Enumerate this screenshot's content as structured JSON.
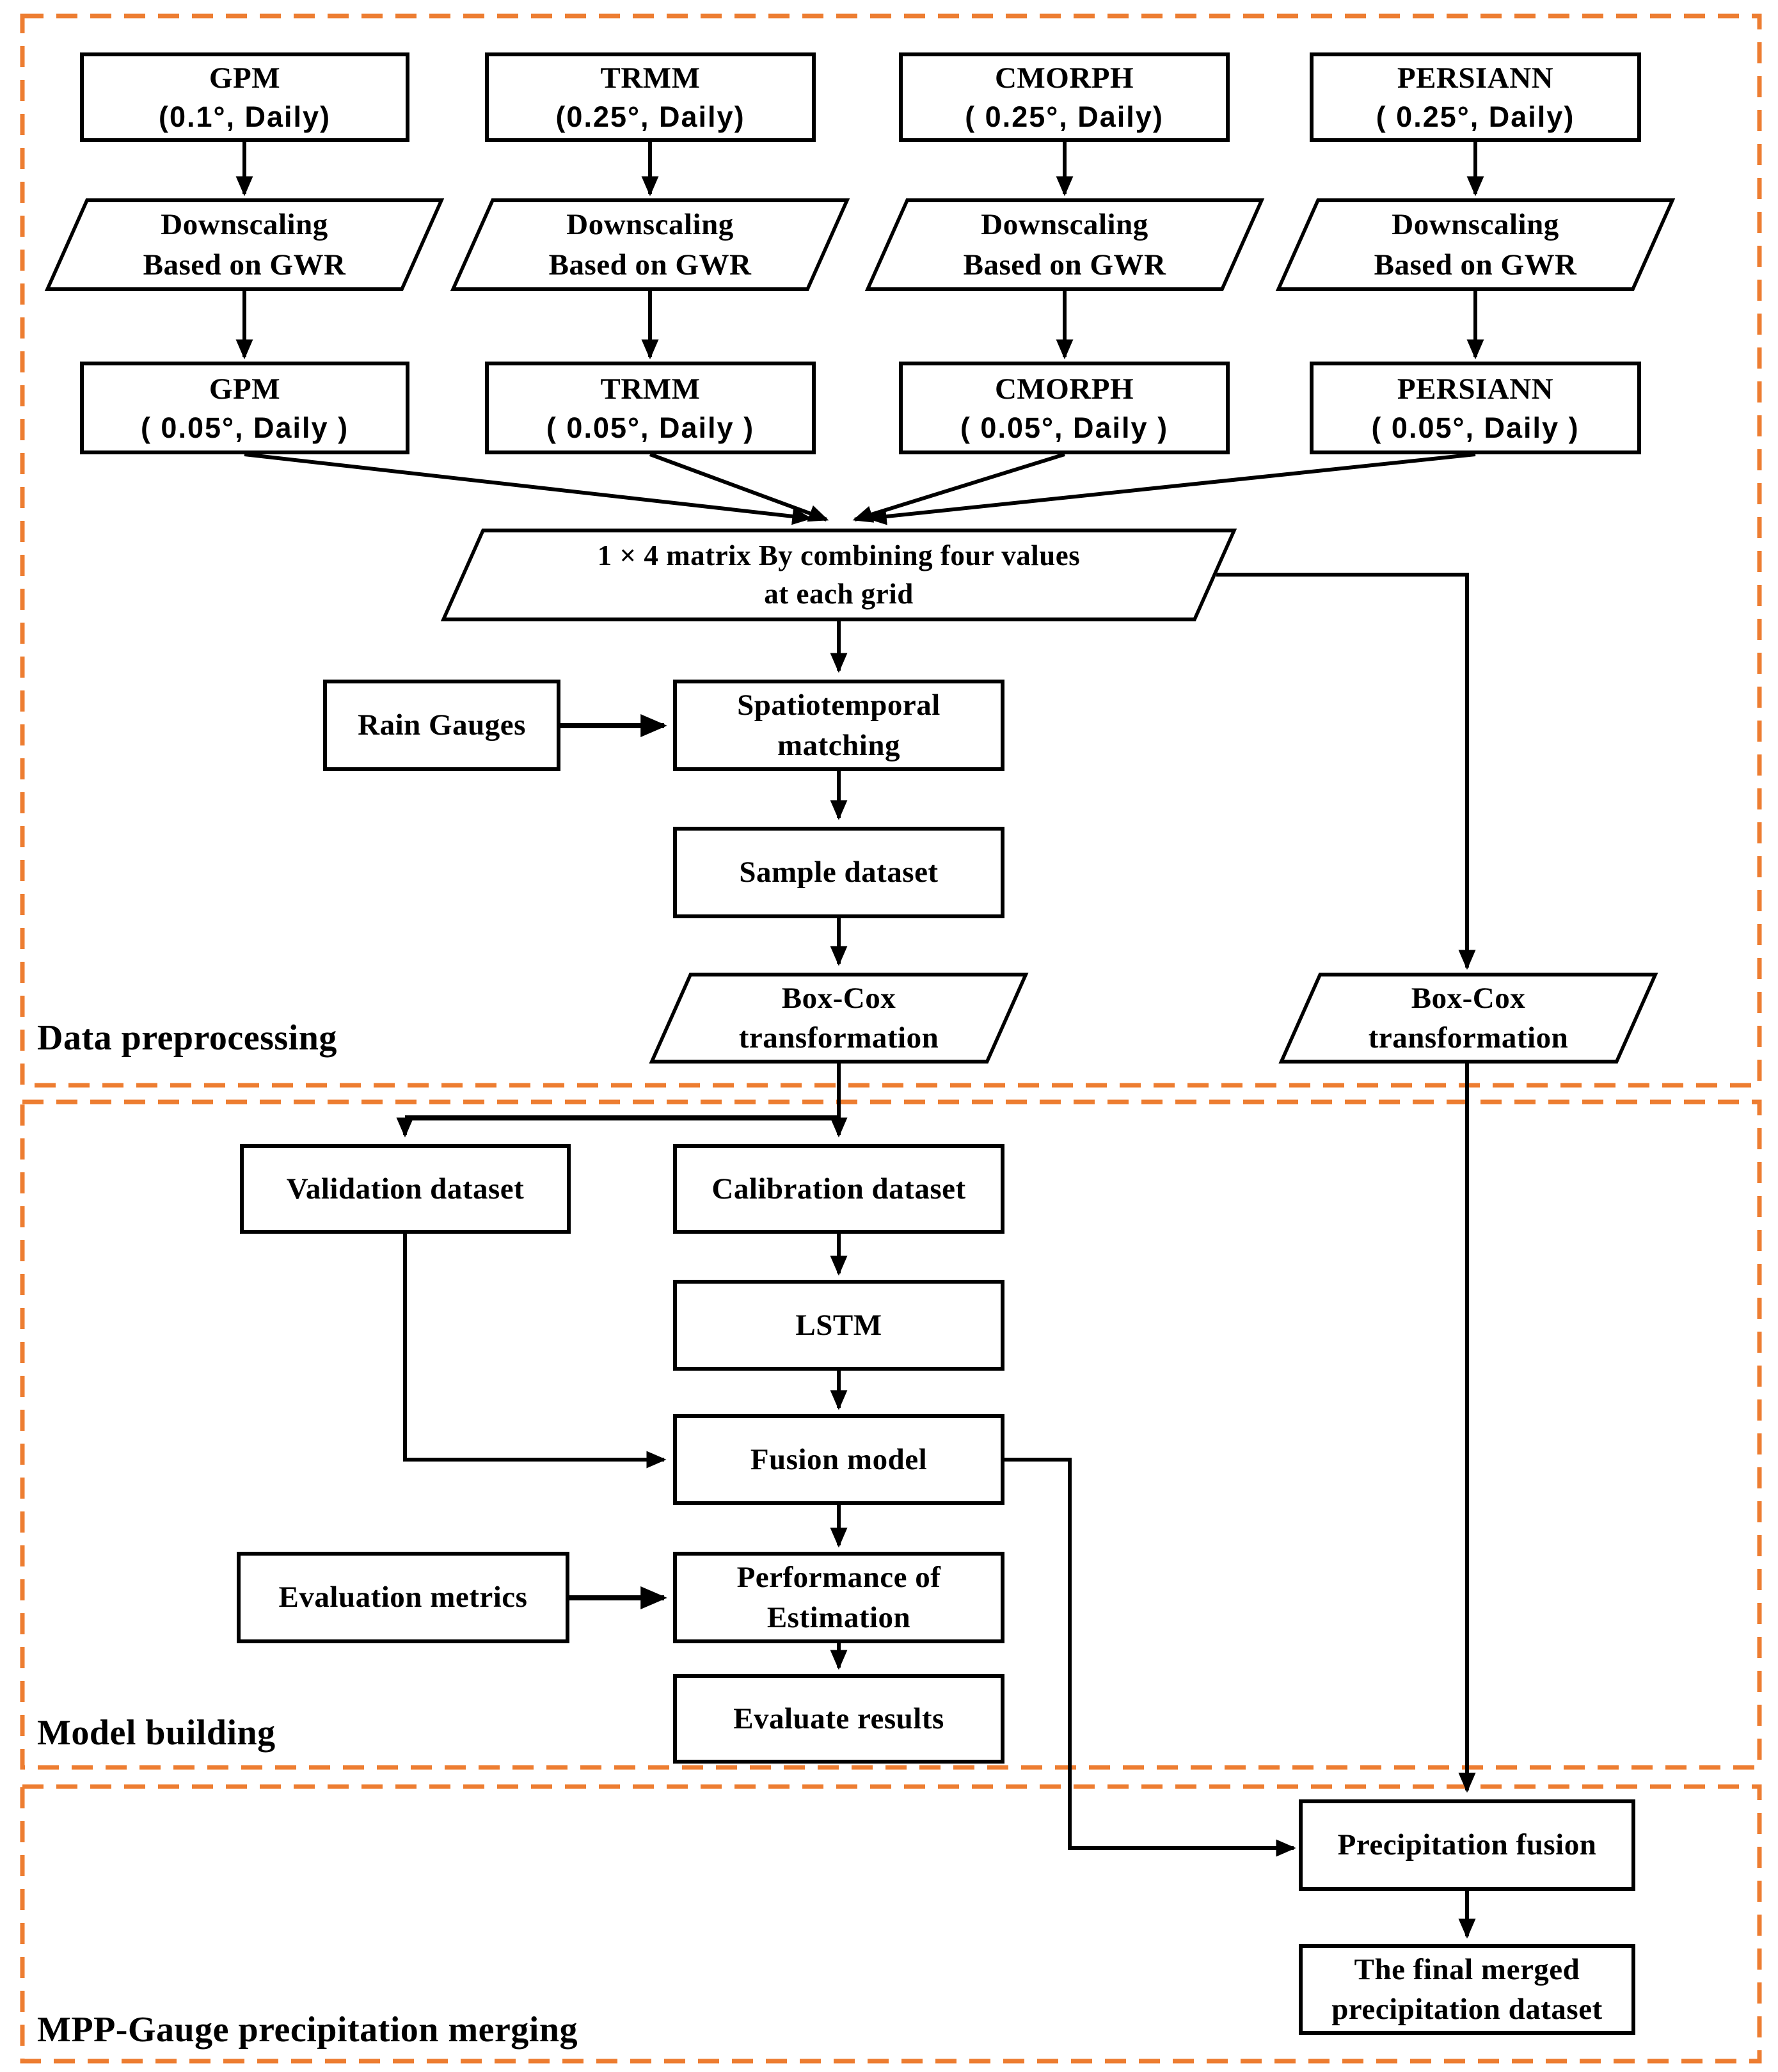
{
  "colors": {
    "accent_dash": "#ED7D31",
    "line": "#000000",
    "background": "#FFFFFF"
  },
  "sections": [
    {
      "label": "Data preprocessing"
    },
    {
      "label": "Model building"
    },
    {
      "label": "MPP-Gauge precipitation merging"
    }
  ],
  "nodes": {
    "gpm_raw": {
      "shape": "rect",
      "line1": "GPM",
      "line2": "(0.1°, Daily)"
    },
    "trmm_raw": {
      "shape": "rect",
      "line1": "TRMM",
      "line2": "(0.25°, Daily)"
    },
    "cmorph_raw": {
      "shape": "rect",
      "line1": "CMORPH",
      "line2": "( 0.25°, Daily)"
    },
    "persiann_raw": {
      "shape": "rect",
      "line1": "PERSIANN",
      "line2": "( 0.25°, Daily)"
    },
    "ds_gpm": {
      "shape": "parallelogram",
      "line1": "Downscaling",
      "line2": "Based on GWR"
    },
    "ds_trmm": {
      "shape": "parallelogram",
      "line1": "Downscaling",
      "line2": "Based on GWR"
    },
    "ds_cmorph": {
      "shape": "parallelogram",
      "line1": "Downscaling",
      "line2": "Based on GWR"
    },
    "ds_persiann": {
      "shape": "parallelogram",
      "line1": "Downscaling",
      "line2": "Based on GWR"
    },
    "gpm_ds": {
      "shape": "rect",
      "line1": "GPM",
      "line2": "( 0.05°, Daily )"
    },
    "trmm_ds": {
      "shape": "rect",
      "line1": "TRMM",
      "line2": "( 0.05°, Daily )"
    },
    "cmorph_ds": {
      "shape": "rect",
      "line1": "CMORPH",
      "line2": "( 0.05°, Daily )"
    },
    "persiann_ds": {
      "shape": "rect",
      "line1": "PERSIANN",
      "line2": "( 0.05°, Daily )"
    },
    "matrix": {
      "shape": "parallelogram",
      "line1": "1 × 4 matrix By combining four values",
      "line2": "at each grid"
    },
    "rain_gauges": {
      "shape": "rect",
      "line1": "Rain Gauges"
    },
    "spatiotemporal": {
      "shape": "rect",
      "line1": "Spatiotemporal",
      "line2": "matching"
    },
    "sample": {
      "shape": "rect",
      "line1": "Sample dataset"
    },
    "boxcox_left": {
      "shape": "parallelogram",
      "line1": "Box-Cox",
      "line2": "transformation"
    },
    "boxcox_right": {
      "shape": "parallelogram",
      "line1": "Box-Cox",
      "line2": "transformation"
    },
    "validation": {
      "shape": "rect",
      "line1": "Validation dataset"
    },
    "calibration": {
      "shape": "rect",
      "line1": "Calibration dataset"
    },
    "lstm": {
      "shape": "rect",
      "line1": "LSTM"
    },
    "fusion": {
      "shape": "rect",
      "line1": "Fusion model"
    },
    "eval_metrics": {
      "shape": "rect",
      "line1": "Evaluation metrics"
    },
    "performance": {
      "shape": "rect",
      "line1": "Performance of",
      "line2": "Estimation"
    },
    "evaluate": {
      "shape": "rect",
      "line1": "Evaluate results"
    },
    "precip_fusion": {
      "shape": "rect",
      "line1": "Precipitation fusion"
    },
    "final_dataset": {
      "shape": "rect",
      "line1": "The final merged",
      "line2": "precipitation dataset"
    }
  }
}
